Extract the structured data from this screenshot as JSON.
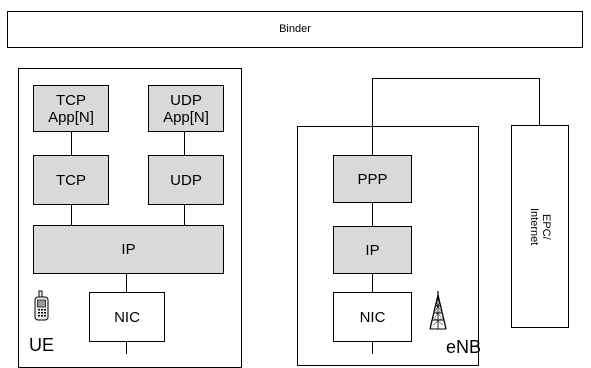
{
  "binder": "Binder",
  "ue": {
    "label": "UE",
    "tcp_app": "TCP\nApp[N]",
    "udp_app": "UDP\nApp[N]",
    "tcp": "TCP",
    "udp": "UDP",
    "ip": "IP",
    "nic": "NIC",
    "icon": "mobile-phone-icon"
  },
  "enb": {
    "label": "eNB",
    "ppp": "PPP",
    "ip": "IP",
    "nic": "NIC",
    "icon": "antenna-tower-icon"
  },
  "epc": {
    "label": "EPC/\nInternet"
  },
  "colors": {
    "module_fill": "#d9d9d9",
    "border": "#000000"
  }
}
